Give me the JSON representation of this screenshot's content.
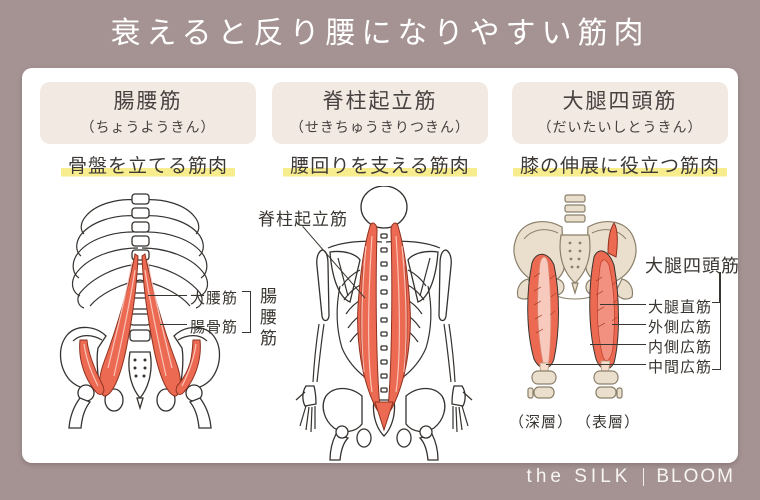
{
  "title": "衰えると反り腰になりやすい筋肉",
  "panels": [
    {
      "name": "腸腰筋",
      "reading": "（ちょうようきん）",
      "role": "骨盤を立てる筋肉",
      "labels": {
        "psoas_major": "大腰筋",
        "iliacus": "腸骨筋",
        "group_vertical": "腸腰筋"
      }
    },
    {
      "name": "脊柱起立筋",
      "reading": "（せきちゅうきりつきん）",
      "role": "腰回りを支える筋肉",
      "labels": {
        "erector_spinae": "脊柱起立筋"
      }
    },
    {
      "name": "大腿四頭筋",
      "reading": "（だいたいしとうきん）",
      "role": "膝の伸展に役立つ筋肉",
      "labels": {
        "group": "大腿四頭筋",
        "rectus_femoris": "大腿直筋",
        "vastus_lateralis": "外側広筋",
        "vastus_medialis": "内側広筋",
        "vastus_intermedius": "中間広筋",
        "deep_layer": "（深層）",
        "surface_layer": "（表層）"
      }
    }
  ],
  "footer": {
    "brand_left": "the SILK",
    "divider": "|",
    "brand_right": "BLOOM"
  },
  "colors": {
    "background": "#a49392",
    "card": "#ffffff",
    "header_box": "#f3e9e3",
    "highlight_yellow": "#f8ed8e",
    "muscle_red": "#ec6a52",
    "bone_beige": "#eadfcc",
    "text_dark": "#3c3835",
    "title_white": "#ffffff"
  }
}
